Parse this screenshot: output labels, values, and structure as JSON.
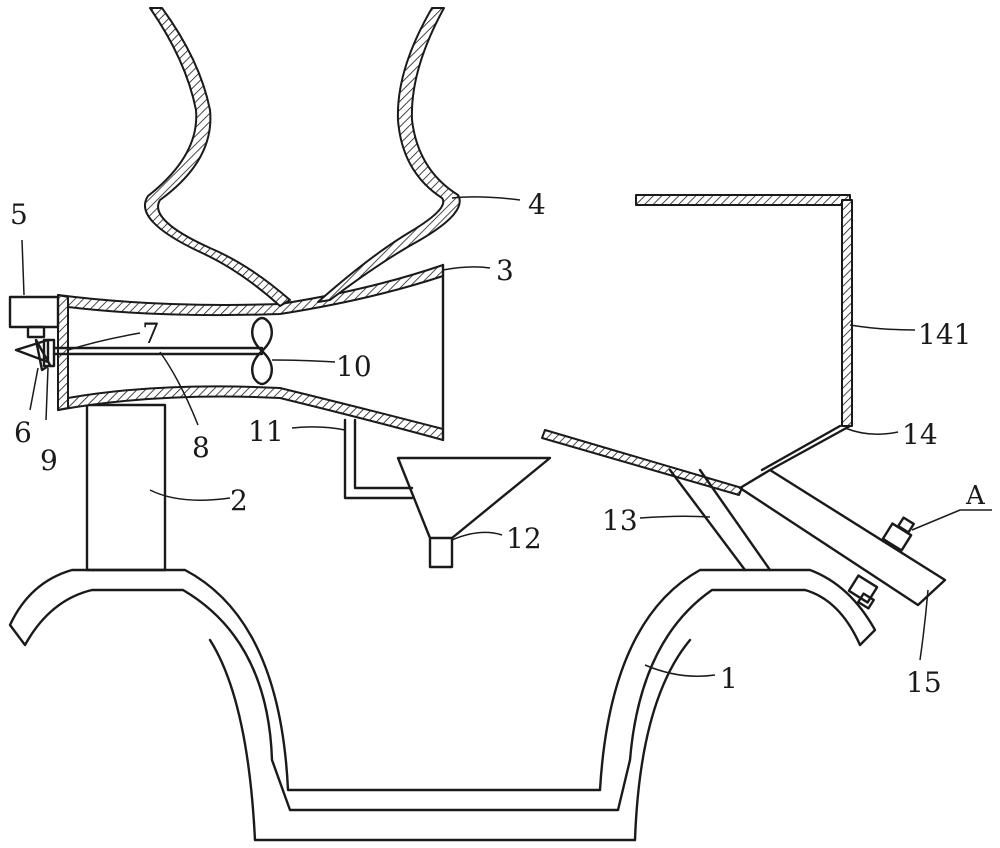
{
  "labels": {
    "l1": "1",
    "l2": "2",
    "l3": "3",
    "l4": "4",
    "l5": "5",
    "l6": "6",
    "l7": "7",
    "l8": "8",
    "l9": "9",
    "l10": "10",
    "l11": "11",
    "l12": "12",
    "l13": "13",
    "l14": "14",
    "l141": "141",
    "l15": "15",
    "lA": "A"
  }
}
